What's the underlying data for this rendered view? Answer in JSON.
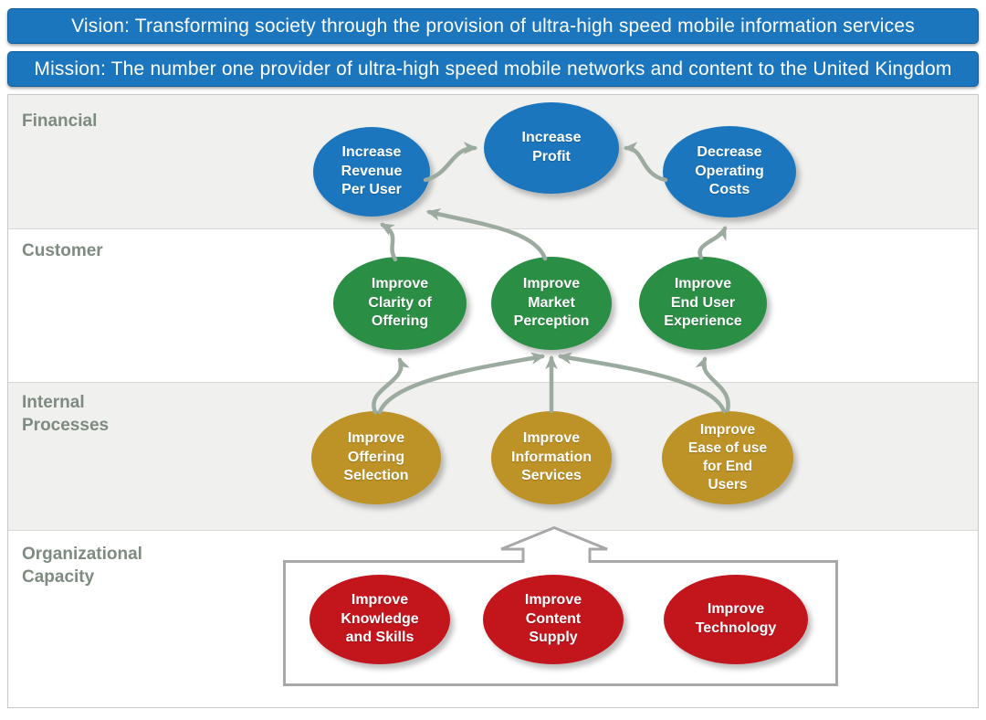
{
  "banners": {
    "vision": "Vision: Transforming society through the provision of ultra-high speed mobile information services",
    "mission": "Mission: The number one provider of ultra-high speed mobile networks and content to the United Kingdom"
  },
  "perspectives": [
    {
      "id": "financial",
      "label": "Financial"
    },
    {
      "id": "customer",
      "label": "Customer"
    },
    {
      "id": "internal-processes",
      "label": "Internal Processes"
    },
    {
      "id": "organizational-capacity",
      "label": "Organizational Capacity"
    }
  ],
  "nodes": [
    {
      "id": "increase-revenue-per-user",
      "perspective": "financial",
      "label": "Increase\nRevenue\nPer User"
    },
    {
      "id": "increase-profit",
      "perspective": "financial",
      "label": "Increase\nProfit"
    },
    {
      "id": "decrease-operating-costs",
      "perspective": "financial",
      "label": "Decrease\nOperating\nCosts"
    },
    {
      "id": "improve-clarity-of-offering",
      "perspective": "customer",
      "label": "Improve\nClarity of\nOffering"
    },
    {
      "id": "improve-market-perception",
      "perspective": "customer",
      "label": "Improve\nMarket\nPerception"
    },
    {
      "id": "improve-end-user-experience",
      "perspective": "customer",
      "label": "Improve\nEnd User\nExperience"
    },
    {
      "id": "improve-offering-selection",
      "perspective": "internal-processes",
      "label": "Improve\nOffering\nSelection"
    },
    {
      "id": "improve-information-services",
      "perspective": "internal-processes",
      "label": "Improve\nInformation\nServices"
    },
    {
      "id": "improve-ease-of-use-for-end-users",
      "perspective": "internal-processes",
      "label": "Improve\nEase of use\nfor End\nUsers"
    },
    {
      "id": "improve-knowledge-and-skills",
      "perspective": "organizational-capacity",
      "label": "Improve\nKnowledge\nand Skills"
    },
    {
      "id": "improve-content-supply",
      "perspective": "organizational-capacity",
      "label": "Improve\nContent\nSupply"
    },
    {
      "id": "improve-technology",
      "perspective": "organizational-capacity",
      "label": "Improve\nTechnology"
    }
  ],
  "edges": [
    {
      "from": "increase-revenue-per-user",
      "to": "increase-profit"
    },
    {
      "from": "decrease-operating-costs",
      "to": "increase-profit"
    },
    {
      "from": "improve-clarity-of-offering",
      "to": "increase-revenue-per-user"
    },
    {
      "from": "improve-market-perception",
      "to": "increase-revenue-per-user"
    },
    {
      "from": "improve-end-user-experience",
      "to": "decrease-operating-costs"
    },
    {
      "from": "improve-offering-selection",
      "to": "improve-clarity-of-offering"
    },
    {
      "from": "improve-offering-selection",
      "to": "improve-market-perception"
    },
    {
      "from": "improve-information-services",
      "to": "improve-market-perception"
    },
    {
      "from": "improve-ease-of-use-for-end-users",
      "to": "improve-market-perception"
    },
    {
      "from": "improve-ease-of-use-for-end-users",
      "to": "improve-end-user-experience"
    },
    {
      "from": "organizational-capacity-group",
      "to": "internal-processes"
    }
  ],
  "colors": {
    "banner_blue": "#1b76bd",
    "financial_blue": "#1b76bd",
    "customer_green": "#2b8e45",
    "internal_gold": "#bd9226",
    "capacity_red": "#c2151c",
    "arrow_sage": "#9cab9f",
    "band_gray": "#f0f0ee",
    "band_white": "#ffffff",
    "label_sage": "#7d8b80",
    "box_border_gray": "#a8a8a8"
  }
}
